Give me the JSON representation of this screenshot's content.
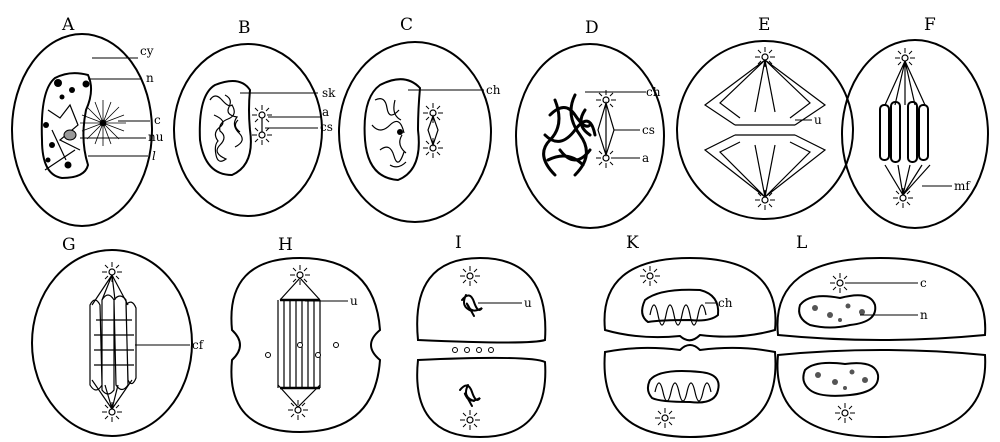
{
  "figure": {
    "panels": [
      {
        "letter": "A",
        "labels": [
          "cy",
          "n",
          "c",
          "nu",
          "l"
        ]
      },
      {
        "letter": "B",
        "labels": [
          "sk",
          "a",
          "cs"
        ]
      },
      {
        "letter": "C",
        "labels": [
          "ch"
        ]
      },
      {
        "letter": "D",
        "labels": [
          "ch",
          "cs",
          "a"
        ]
      },
      {
        "letter": "E",
        "labels": [
          "u"
        ]
      },
      {
        "letter": "F",
        "labels": [
          "mf"
        ]
      },
      {
        "letter": "G",
        "labels": [
          "cf"
        ]
      },
      {
        "letter": "H",
        "labels": [
          "u"
        ]
      },
      {
        "letter": "I",
        "labels": [
          "u"
        ]
      },
      {
        "letter": "K",
        "labels": [
          "ch"
        ]
      },
      {
        "letter": "L",
        "labels": [
          "c",
          "n"
        ]
      }
    ]
  }
}
